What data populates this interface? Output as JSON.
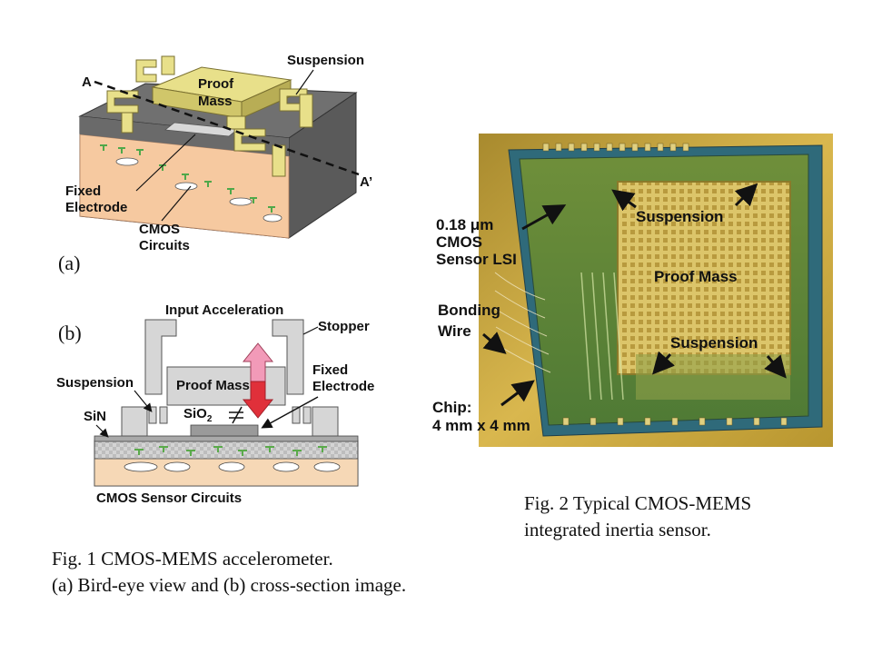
{
  "fig1a": {
    "section_a_label": "A",
    "section_a_prime_label": "A’",
    "proof_mass_line1": "Proof",
    "proof_mass_line2": "Mass",
    "suspension": "Suspension",
    "fixed_electrode_line1": "Fixed",
    "fixed_electrode_line2": "Electrode",
    "cmos_line1": "CMOS",
    "cmos_line2": "Circuits",
    "panel_label": "(a)"
  },
  "fig1b": {
    "panel_label": "(b)",
    "input_acceleration": "Input Acceleration",
    "stopper": "Stopper",
    "suspension": "Suspension",
    "proof_mass": "Proof Mass",
    "fixed_line1": "Fixed",
    "fixed_line2": "Electrode",
    "sin": "SiN",
    "sio2_main": "SiO",
    "sio2_sub": "2",
    "cmos_sensor": "CMOS Sensor Circuits"
  },
  "fig2": {
    "process_line1": "0.18 μm",
    "process_line2": "CMOS",
    "process_line3": "Sensor LSI",
    "suspension_top": "Suspension",
    "proof_mass": "Proof Mass",
    "bonding_line1": "Bonding",
    "bonding_line2": "Wire",
    "suspension_bottom": "Suspension",
    "chip_line1": "Chip:",
    "chip_line2": "4 mm x 4 mm"
  },
  "captions": {
    "fig1_line1": "Fig. 1 CMOS-MEMS  accelerometer.",
    "fig1_line2": "(a) Bird-eye view and (b) cross-section image.",
    "fig2_line1": "Fig. 2 Typical CMOS-MEMS",
    "fig2_line2": "integrated inertia sensor."
  },
  "colors": {
    "mems_yellow": "#e8e08a",
    "chip_top_gray": "#6b6b6b",
    "substrate_peach": "#f6c9a0",
    "circuit_green": "#6fbf5a",
    "arrow_red": "#e0303a",
    "arrow_pink": "#f29ab8",
    "layer_gray": "#cfcfcf",
    "photo_gold": "#c8a640"
  }
}
